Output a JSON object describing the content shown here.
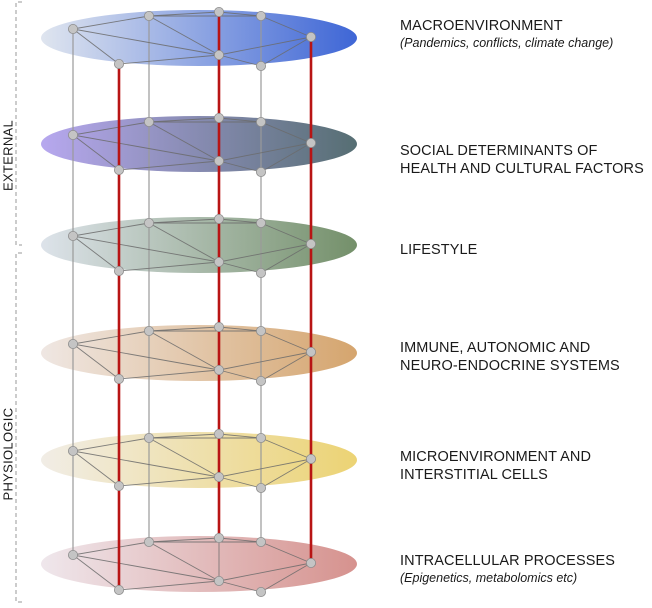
{
  "layers": [
    {
      "id": "macro",
      "title_lines": [
        "MACROENVIRONMENT"
      ],
      "subtitle": "(Pandemics, conflicts, climate change)",
      "color_left": "#dfe5ef",
      "color_right": "#3e66d6"
    },
    {
      "id": "social",
      "title_lines": [
        "SOCIAL DETERMINANTS OF",
        "HEALTH AND CULTURAL FACTORS"
      ],
      "subtitle": "",
      "color_left": "#b7a8ef",
      "color_right": "#566e73"
    },
    {
      "id": "lifestyle",
      "title_lines": [
        "LIFESTYLE"
      ],
      "subtitle": "",
      "color_left": "#dde3ea",
      "color_right": "#74906a"
    },
    {
      "id": "immune",
      "title_lines": [
        "IMMUNE, AUTONOMIC AND",
        "NEURO-ENDOCRINE SYSTEMS"
      ],
      "subtitle": "",
      "color_left": "#efe7e3",
      "color_right": "#d5a56e"
    },
    {
      "id": "micro",
      "title_lines": [
        "MICROENVIRONMENT AND",
        "INTERSTITIAL CELLS"
      ],
      "subtitle": "",
      "color_left": "#f1ede6",
      "color_right": "#ecd374"
    },
    {
      "id": "intracellular",
      "title_lines": [
        "INTRACELLULAR PROCESSES"
      ],
      "subtitle": "(Epigenetics, metabolomics etc)",
      "color_left": "#efe7ec",
      "color_right": "#d6928e"
    }
  ],
  "groups": [
    {
      "id": "external",
      "label": "EXTERNAL"
    },
    {
      "id": "physiologic",
      "label": "PHYSIOLOGIC"
    }
  ],
  "colors": {
    "connector_red": "#b81414",
    "connector_gray": "#9a9a9a",
    "node": "#c4c4c4",
    "bracket": "#9a9a9a"
  }
}
